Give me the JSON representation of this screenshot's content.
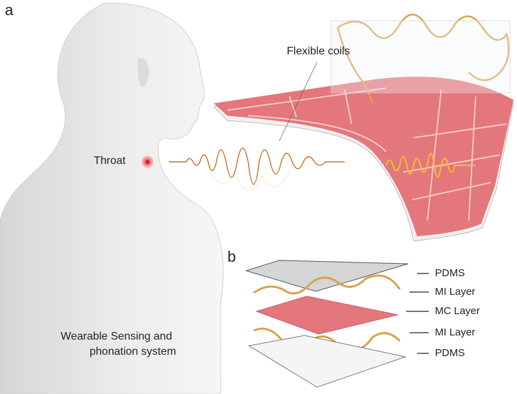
{
  "panel_a": {
    "label": "a",
    "coils_label": "Flexible coils",
    "throat_label": "Throat",
    "system_label_line1": "Wearable Sensing and",
    "system_label_line2": "phonation system"
  },
  "panel_b": {
    "label": "b",
    "layers": [
      "PDMS",
      "MI Layer",
      "MC Layer",
      "MI Layer",
      "PDMS"
    ]
  },
  "colors": {
    "sheet": "#e3777c",
    "coil": "#d9a24a",
    "wave_left": "#c8702a",
    "wave_right": "#f0c030",
    "body": "#e8e8e8"
  }
}
